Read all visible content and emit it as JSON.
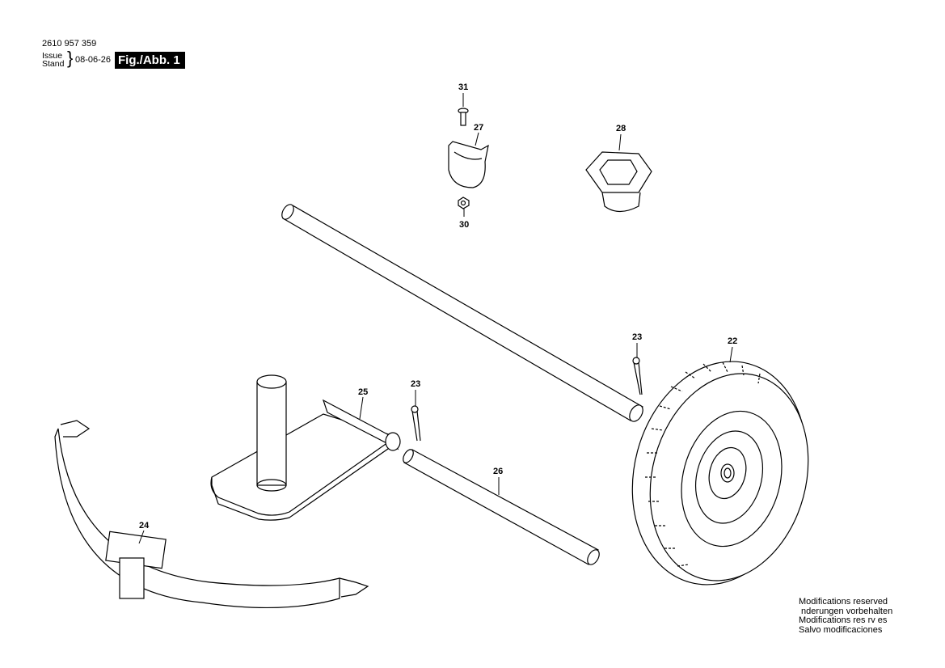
{
  "header": {
    "part_number": "2610 957 359",
    "issue_label": "Issue",
    "stand_label": "Stand",
    "date": "08-06-26",
    "figure_label": "Fig./Abb. 1"
  },
  "footer": {
    "modifications": [
      "Modifications reserved",
      " nderungen vorbehalten",
      "Modifications res rv es",
      "Salvo modificaciones"
    ]
  },
  "part_labels": {
    "p31": "31",
    "p27": "27",
    "p28": "28",
    "p30": "30",
    "p23a": "23",
    "p22": "22",
    "p25": "25",
    "p23b": "23",
    "p26": "26",
    "p24": "24"
  },
  "colors": {
    "line": "#000000",
    "background": "#ffffff",
    "figure_badge": "#000000"
  }
}
